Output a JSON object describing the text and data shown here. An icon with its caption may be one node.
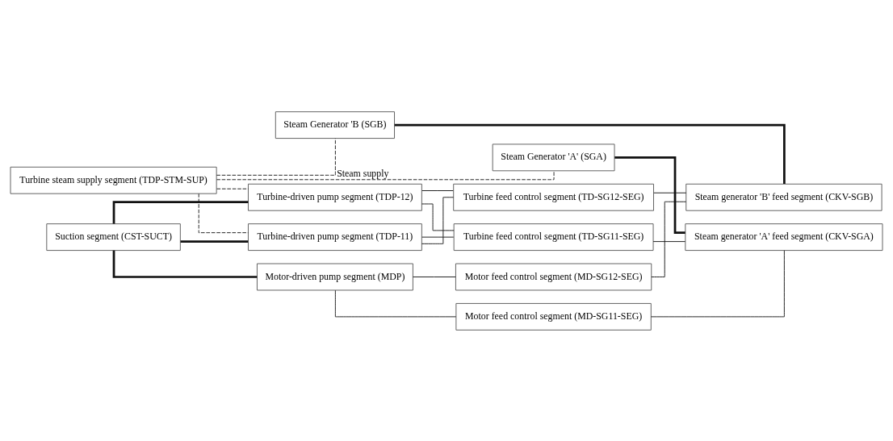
{
  "diagram": {
    "nodes": [
      {
        "text": [
          "Turbine steam supply segment (TDP-STM-SUP)"
        ]
      },
      {
        "text": [
          "Steam Generator 'A' (SGA)"
        ]
      },
      {
        "text": [
          "Steam Generator 'B (SGB)"
        ]
      },
      {
        "text": [
          "Suction segment (CST-SUCT)"
        ]
      },
      {
        "text": [
          "Turbine-driven pump segment (TDP-11)"
        ]
      },
      {
        "text": [
          "Turbine-driven pump segment (TDP-12)"
        ]
      },
      {
        "text": [
          "Motor-driven pump segment (MDP)"
        ]
      },
      {
        "text": [
          "Turbine feed control segment (TD-SG11-SEG)"
        ]
      },
      {
        "text": [
          "Motor feed control segment (MD-SG11-SEG)"
        ]
      },
      {
        "text": [
          "Turbine feed control segment (TD-SG12-SEG)"
        ]
      },
      {
        "text": [
          "Motor feed control segment (MD-SG12-SEG)"
        ]
      },
      {
        "text": [
          "Steam generator 'A' feed segment (CKV-SGA)"
        ]
      },
      {
        "text": [
          "Steam generator 'B' feed segment (CKV-SGB)"
        ]
      }
    ],
    "edges": [
      {
        "from": 0,
        "to": 1,
        "arrow": "none",
        "style": "dashed",
        "label": "Steam supply"
      },
      {
        "from": 0,
        "to": 2,
        "arrow": "none",
        "style": "dashed"
      },
      {
        "from": 0,
        "to": 4,
        "arrow": "none",
        "style": "dashed"
      },
      {
        "from": 0,
        "to": 5,
        "arrow": "none",
        "style": "dashed"
      },
      {
        "from": 3,
        "to": 4,
        "arrow": "none",
        "style": "thick"
      },
      {
        "from": 3,
        "to": 5,
        "arrow": "none",
        "style": "thick"
      },
      {
        "from": 3,
        "to": 6,
        "arrow": "none",
        "style": "thick"
      },
      {
        "from": 4,
        "to": 7,
        "arrow": "none"
      },
      {
        "from": 4,
        "to": 9,
        "arrow": "none"
      },
      {
        "from": 5,
        "to": 7,
        "arrow": "none"
      },
      {
        "from": 5,
        "to": 9,
        "arrow": "none"
      },
      {
        "from": 6,
        "to": 8,
        "arrow": "none"
      },
      {
        "from": 6,
        "to": 10,
        "arrow": "none"
      },
      {
        "from": 7,
        "to": 11,
        "arrow": "none"
      },
      {
        "from": 8,
        "to": 11,
        "arrow": "none"
      },
      {
        "from": 9,
        "to": 12,
        "arrow": "none"
      },
      {
        "from": 10,
        "to": 12,
        "arrow": "none"
      },
      {
        "from": 1,
        "to": 11,
        "arrow": "none",
        "style": "thick"
      },
      {
        "from": 2,
        "to": 12,
        "arrow": "none",
        "style": "thick"
      }
    ]
  }
}
